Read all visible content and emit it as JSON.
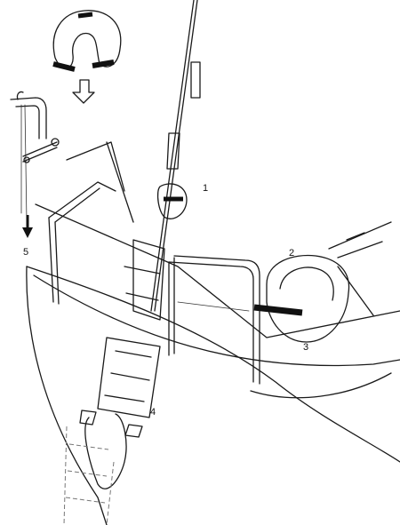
{
  "callouts": [
    {
      "id": "1",
      "text": "1"
    },
    {
      "id": "2",
      "text": "2"
    },
    {
      "id": "3",
      "text": "3"
    },
    {
      "id": "4",
      "text": "4"
    },
    {
      "id": "5",
      "text": "5"
    }
  ],
  "colors": {
    "ink": "#1a1a1a",
    "background": "#ffffff"
  },
  "icons": {
    "horseshoe_buoy": "horseshoe-buoy-icon",
    "down_arrow": "down-arrow-icon"
  }
}
